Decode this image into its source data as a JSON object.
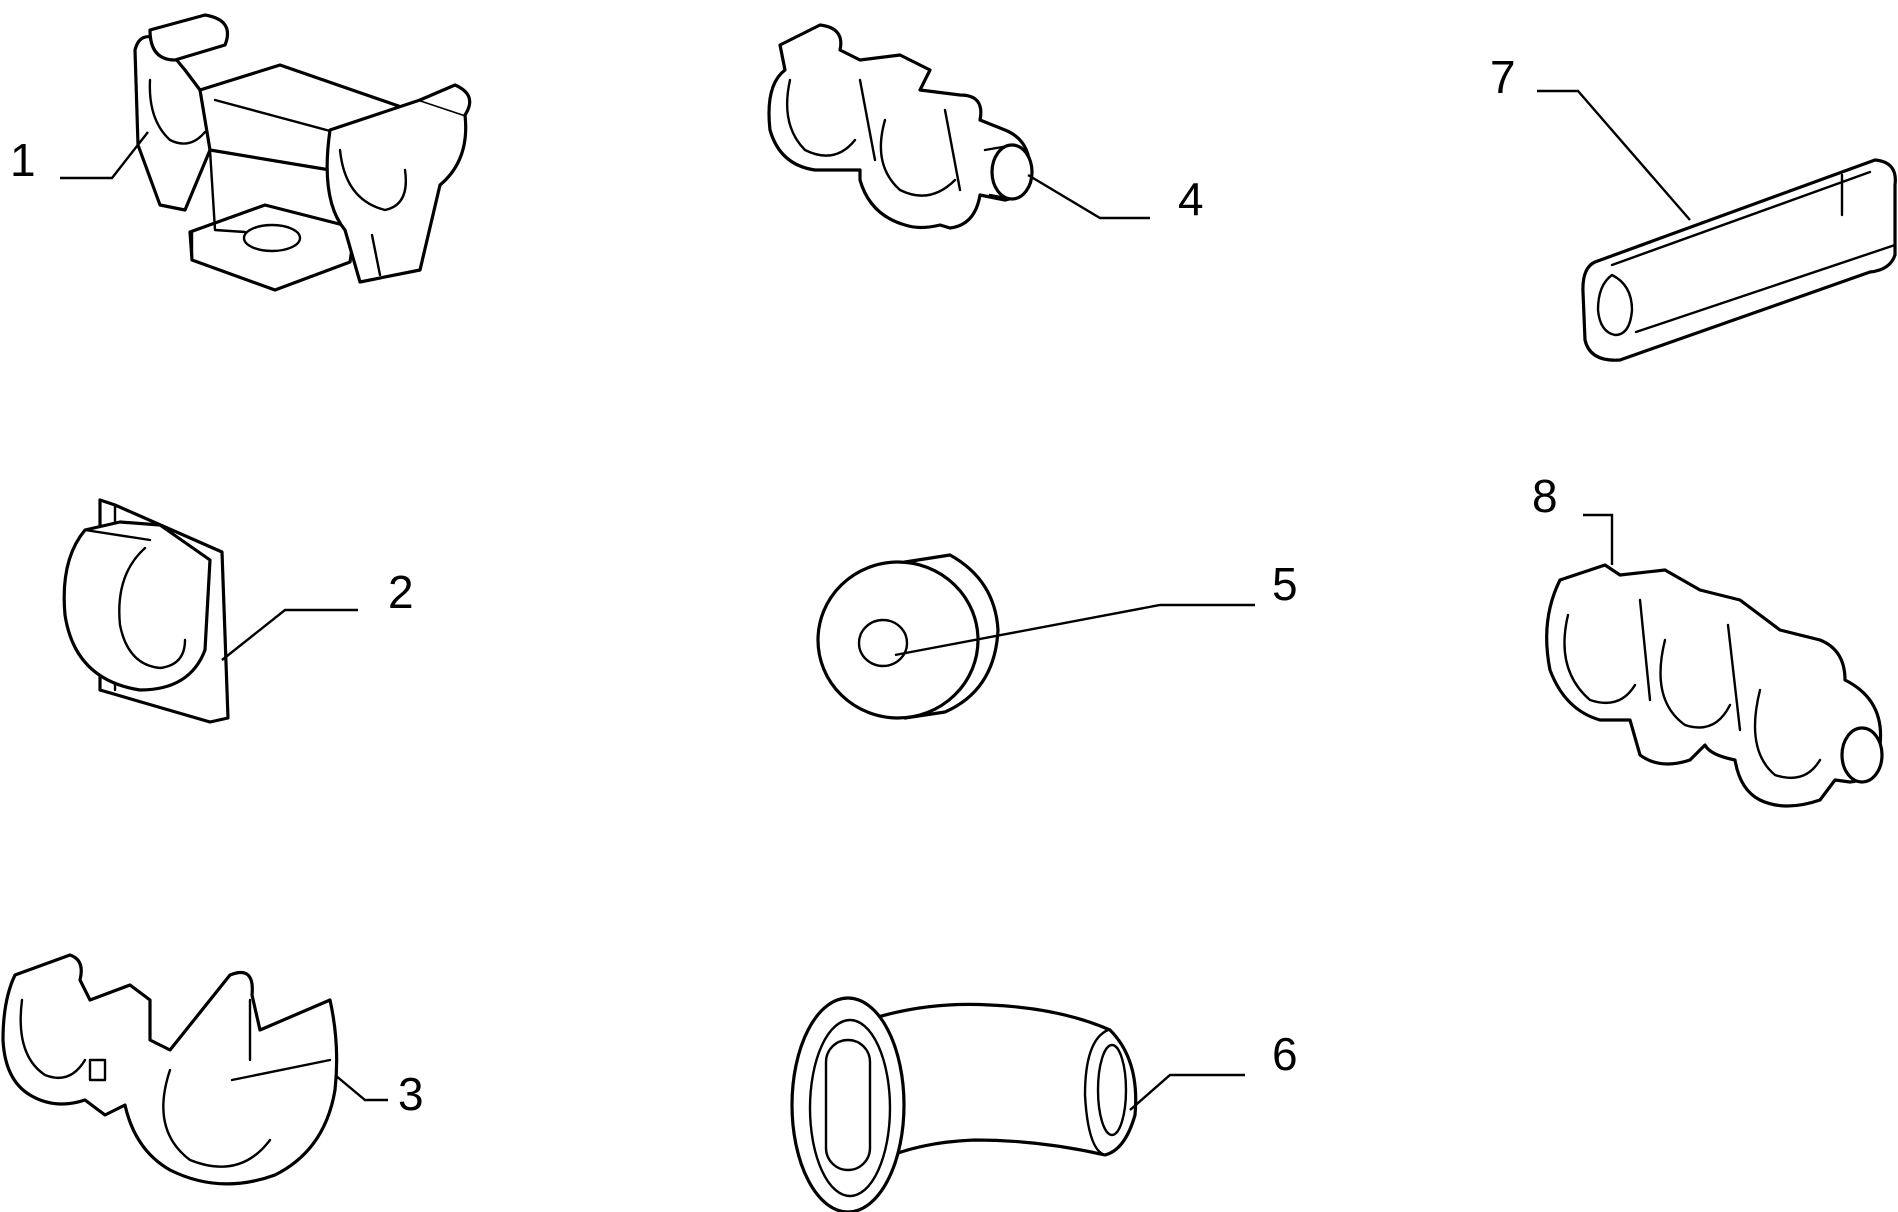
{
  "diagram": {
    "line_color": "#000000",
    "background": "#ffffff",
    "callouts": [
      {
        "id": "1",
        "label": "1"
      },
      {
        "id": "2",
        "label": "2"
      },
      {
        "id": "3",
        "label": "3"
      },
      {
        "id": "4",
        "label": "4"
      },
      {
        "id": "5",
        "label": "5"
      },
      {
        "id": "6",
        "label": "6"
      },
      {
        "id": "7",
        "label": "7"
      },
      {
        "id": "8",
        "label": "8"
      }
    ]
  }
}
